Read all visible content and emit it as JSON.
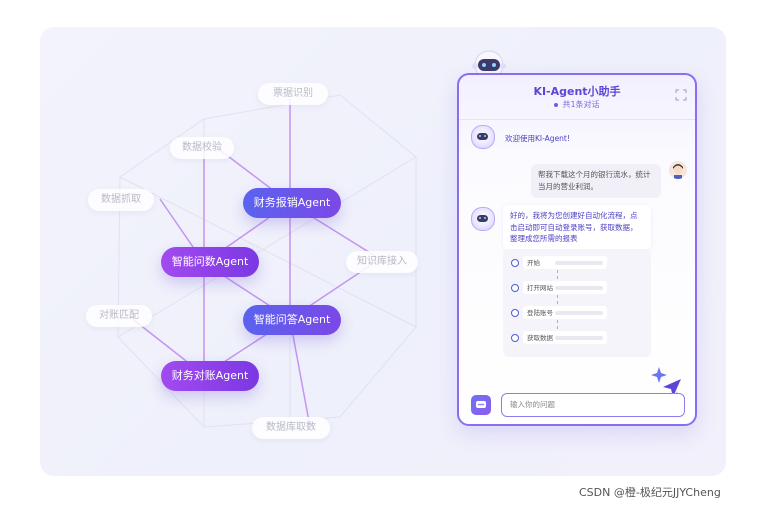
{
  "graph": {
    "agents": [
      {
        "label": "财务报销Agent"
      },
      {
        "label": "智能问数Agent"
      },
      {
        "label": "智能问答Agent"
      },
      {
        "label": "财务对账Agent"
      }
    ],
    "capabilities": [
      {
        "label": "票据识别"
      },
      {
        "label": "数据校验"
      },
      {
        "label": "数据抓取"
      },
      {
        "label": "知识库接入"
      },
      {
        "label": "对账匹配"
      },
      {
        "label": "数据库取数"
      }
    ]
  },
  "assistant": {
    "title": "KI-Agent小助手",
    "subtitle": "共1条对话",
    "welcome": "欢迎使用KI-Agent!",
    "user_message": "帮我下载这个月的银行流水，统计当月的营业利润。",
    "bot_reply": "好的，我将为您创建好自动化流程，点击启动即可自动登录账号，获取数据，整理成您所需的报表",
    "steps": [
      {
        "label": "开始"
      },
      {
        "label": "打开网站"
      },
      {
        "label": "登陆账号"
      },
      {
        "label": "获取数据"
      }
    ],
    "input_placeholder": "输入你的问题"
  },
  "watermark": "CSDN @橙-极纪元JJYCheng",
  "colors": {
    "accent": "#6b5de8",
    "agent_blue": "#5a63ef",
    "agent_purple": "#a24af0"
  }
}
